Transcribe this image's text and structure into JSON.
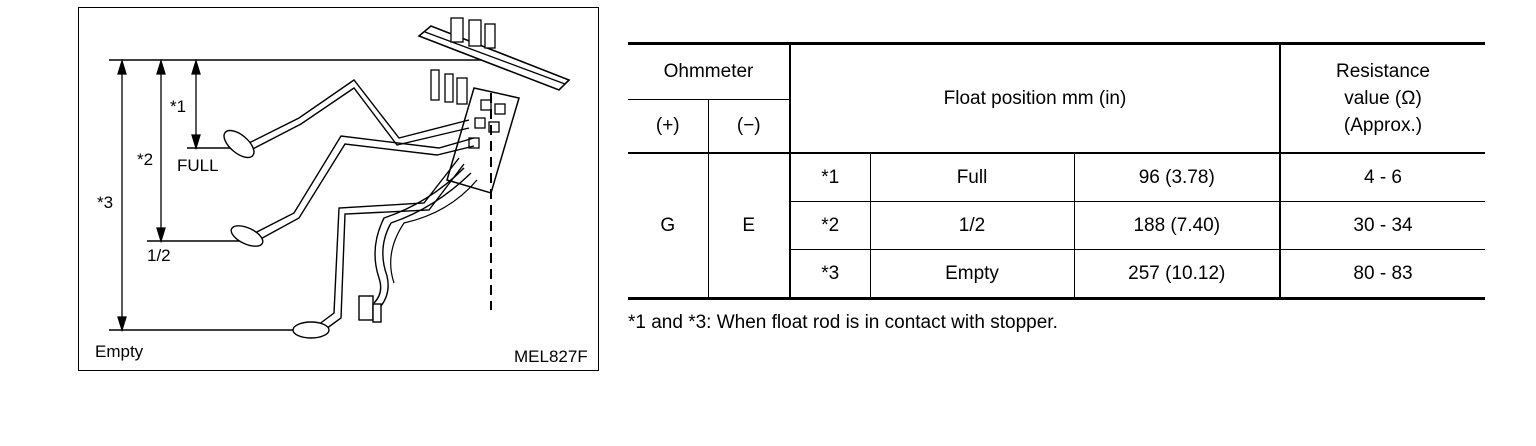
{
  "diagram": {
    "labels": {
      "star1": "*1",
      "star2": "*2",
      "star3": "*3",
      "full": "FULL",
      "half": "1/2",
      "empty": "Empty",
      "code": "MEL827F"
    }
  },
  "table": {
    "headers": {
      "ohmmeter": "Ohmmeter",
      "plus": "(+)",
      "minus": "(−)",
      "float_position": "Float position   mm (in)",
      "resistance_line1": "Resistance",
      "resistance_line2": "value  (Ω)",
      "resistance_line3": "(Approx.)"
    },
    "terminal_plus": "G",
    "terminal_minus": "E",
    "rows": [
      {
        "ref": "*1",
        "position": "Full",
        "value": "96 (3.78)",
        "resistance": "4 - 6"
      },
      {
        "ref": "*2",
        "position": "1/2",
        "value": "188 (7.40)",
        "resistance": "30 - 34"
      },
      {
        "ref": "*3",
        "position": "Empty",
        "value": "257 (10.12)",
        "resistance": "80 - 83"
      }
    ]
  },
  "note": "*1 and *3: When float rod is in contact with stopper."
}
